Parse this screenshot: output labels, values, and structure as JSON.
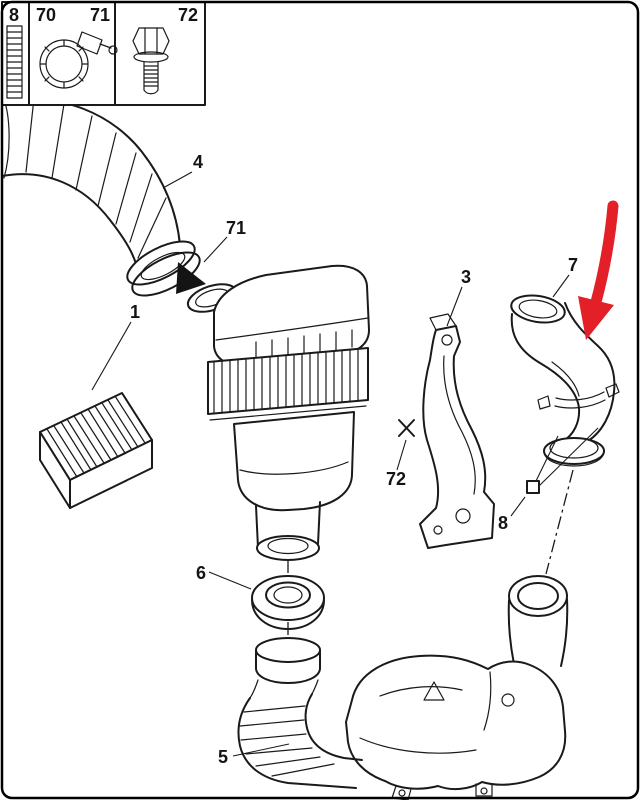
{
  "figure": {
    "kind": "exploded-parts-diagram",
    "background_color": "#ffffff",
    "line_color": "#1a1a1a",
    "highlight_color": "#e32028"
  },
  "legend": {
    "boxes": [
      {
        "label": "8",
        "icon": "gasket-strip-icon"
      },
      {
        "label": "70",
        "icon": "band-clamp-icon"
      },
      {
        "label": "71",
        "icon": "worm-drive-clamp-icon"
      },
      {
        "label": "72",
        "icon": "flange-bolt-icon"
      }
    ]
  },
  "callouts": {
    "part1": "1",
    "part3": "3",
    "part4": "4",
    "part5": "5",
    "part6": "6",
    "part7": "7",
    "clamp71": "71",
    "bolt72": "72",
    "clamp8": "8"
  },
  "red_arrow": {
    "color": "#e32028",
    "points_to_label": "7"
  }
}
